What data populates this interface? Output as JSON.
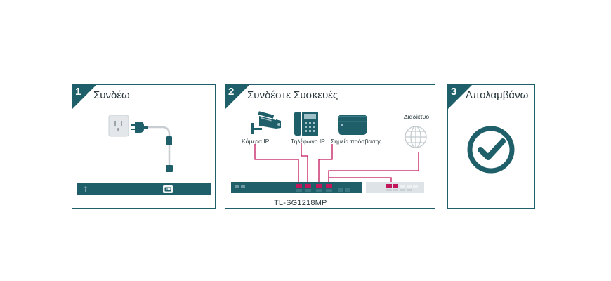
{
  "steps": [
    {
      "number": "1",
      "title": "Συνδέω"
    },
    {
      "number": "2",
      "title": "Συνδέστε Συσκευές"
    },
    {
      "number": "3",
      "title": "Απολαμβάνω"
    }
  ],
  "devices": {
    "camera": "Κάμερα IP",
    "phone": "Τηλέφωνο IP",
    "access_point": "Σημεία πρόσβασης",
    "internet": "Διαδίκτυο"
  },
  "switch_model": "TL-SG1218MP",
  "colors": {
    "teal": "#1f5f6a",
    "cable": "#c2185b",
    "light_gray": "#d8dee1"
  }
}
